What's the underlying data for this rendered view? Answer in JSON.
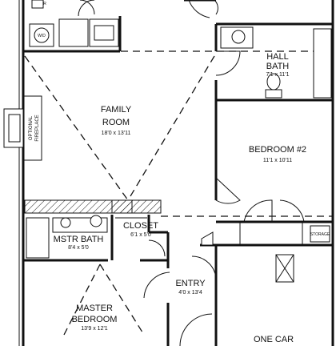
{
  "rooms": {
    "family": {
      "name_line1": "FAMILY",
      "name_line2": "ROOM",
      "dims": "18'0 x 13'11"
    },
    "hall_bath": {
      "name_line1": "HALL",
      "name_line2": "BATH",
      "dims": "7'1 x 11'1"
    },
    "bedroom2": {
      "name": "BEDROOM #2",
      "dims": "11'1 x 10'11"
    },
    "closet": {
      "name": "CLOSET",
      "dims": "6'1 x 5'0"
    },
    "mstr_bath": {
      "name": "MSTR BATH",
      "dims": "8'4 x 5'0"
    },
    "entry": {
      "name": "ENTRY",
      "dims": "4'0 x 13'4"
    },
    "master": {
      "name_line1": "MASTER",
      "name_line2": "BEDROOM",
      "dims": "13'9 x 12'1"
    },
    "garage": {
      "name": "ONE CAR"
    }
  },
  "fixtures": {
    "fireplace_line1": "OPTIONAL",
    "fireplace_line2": "FIREPLACE",
    "storage": "STORAGE",
    "washer": "W/D",
    "top_fragment": "R"
  }
}
